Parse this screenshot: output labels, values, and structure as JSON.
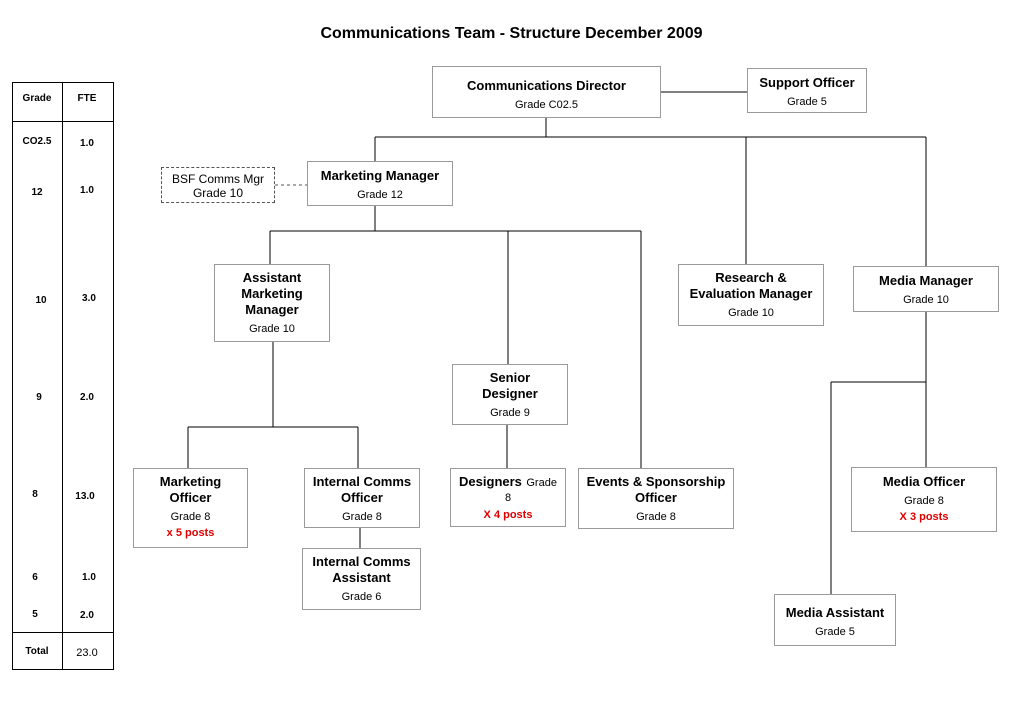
{
  "title": "Communications Team - Structure December 2009",
  "table": {
    "header_grade": "Grade",
    "header_fte": "FTE",
    "rows": [
      {
        "grade": "CO2.5",
        "fte": "1.0"
      },
      {
        "grade": "12",
        "fte": "1.0"
      },
      {
        "grade": "10",
        "fte": "3.0"
      },
      {
        "grade": "9",
        "fte": "2.0"
      },
      {
        "grade": "8",
        "fte": "13.0"
      },
      {
        "grade": "6",
        "fte": "1.0"
      },
      {
        "grade": "5",
        "fte": "2.0"
      }
    ],
    "total_label": "Total",
    "total_value": "23.0"
  },
  "nodes": {
    "director": {
      "name": "Communications Director",
      "grade": "Grade C02.5"
    },
    "support": {
      "name": "Support Officer",
      "grade": "Grade 5"
    },
    "bsf": {
      "line1": "BSF Comms Mgr",
      "line2": "Grade 10"
    },
    "marketing_manager": {
      "name": "Marketing Manager",
      "grade": "Grade 12"
    },
    "assistant_mm": {
      "name": "Assistant Marketing Manager",
      "grade": "Grade 10"
    },
    "research": {
      "name": "Research & Evaluation Manager",
      "grade": "Grade 10"
    },
    "media_manager": {
      "name": "Media Manager",
      "grade": "Grade 10"
    },
    "senior_designer": {
      "name": "Senior Designer",
      "grade": "Grade 9"
    },
    "marketing_officer": {
      "name": "Marketing Officer",
      "grade": "Grade 8",
      "posts": "x 5 posts"
    },
    "internal_comms_officer": {
      "name": "Internal Comms Officer",
      "grade": "Grade 8"
    },
    "designers": {
      "name": "Designers",
      "grade": "Grade 8",
      "posts": "X 4 posts"
    },
    "events": {
      "name": "Events & Sponsorship Officer",
      "grade": "Grade 8"
    },
    "media_officer": {
      "name": "Media Officer",
      "grade": "Grade 8",
      "posts": "X 3 posts"
    },
    "internal_comms_assistant": {
      "name": "Internal Comms Assistant",
      "grade": "Grade 6"
    },
    "media_assistant": {
      "name": "Media Assistant",
      "grade": "Grade 5"
    }
  }
}
